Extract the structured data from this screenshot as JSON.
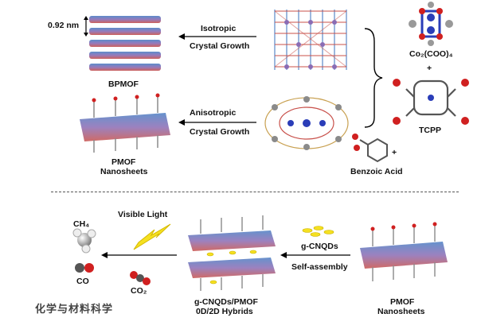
{
  "colors": {
    "framework_blue": "#4a7fc4",
    "framework_red": "#c8504a",
    "framework_purple": "#8a6cb4",
    "benzoate_gray": "#8a8a8a",
    "cobalt_blue": "#2a3db8",
    "oxygen_red": "#d02020",
    "light_yellow": "#f5e020",
    "carbon_gray": "#555555"
  },
  "top": {
    "spacing": "0.92 nm",
    "bpmof_label": "BPMOF",
    "isotropic": "Isotropic",
    "crystal_growth_1": "Crystal Growth",
    "anisotropic": "Anisotropic",
    "crystal_growth_2": "Crystal Growth",
    "pmof_line1": "PMOF",
    "pmof_line2": "Nanosheets",
    "co_cluster": "Co₂(COO)₄",
    "plus_1": "+",
    "tcpp": "TCPP",
    "plus_2": "+",
    "benzoic_acid": "Benzoic Acid"
  },
  "bottom": {
    "ch4": "CH₄",
    "co": "CO",
    "visible_light": "Visible Light",
    "co2": "CO₂",
    "hybrid_line1": "g-CNQDs/PMOF",
    "hybrid_line2": "0D/2D Hybrids",
    "gcnqds": "g-CNQDs",
    "self_assembly": "Self-assembly",
    "pmof_line1": "PMOF",
    "pmof_line2": "Nanosheets"
  },
  "watermark": "化学与材料科学"
}
